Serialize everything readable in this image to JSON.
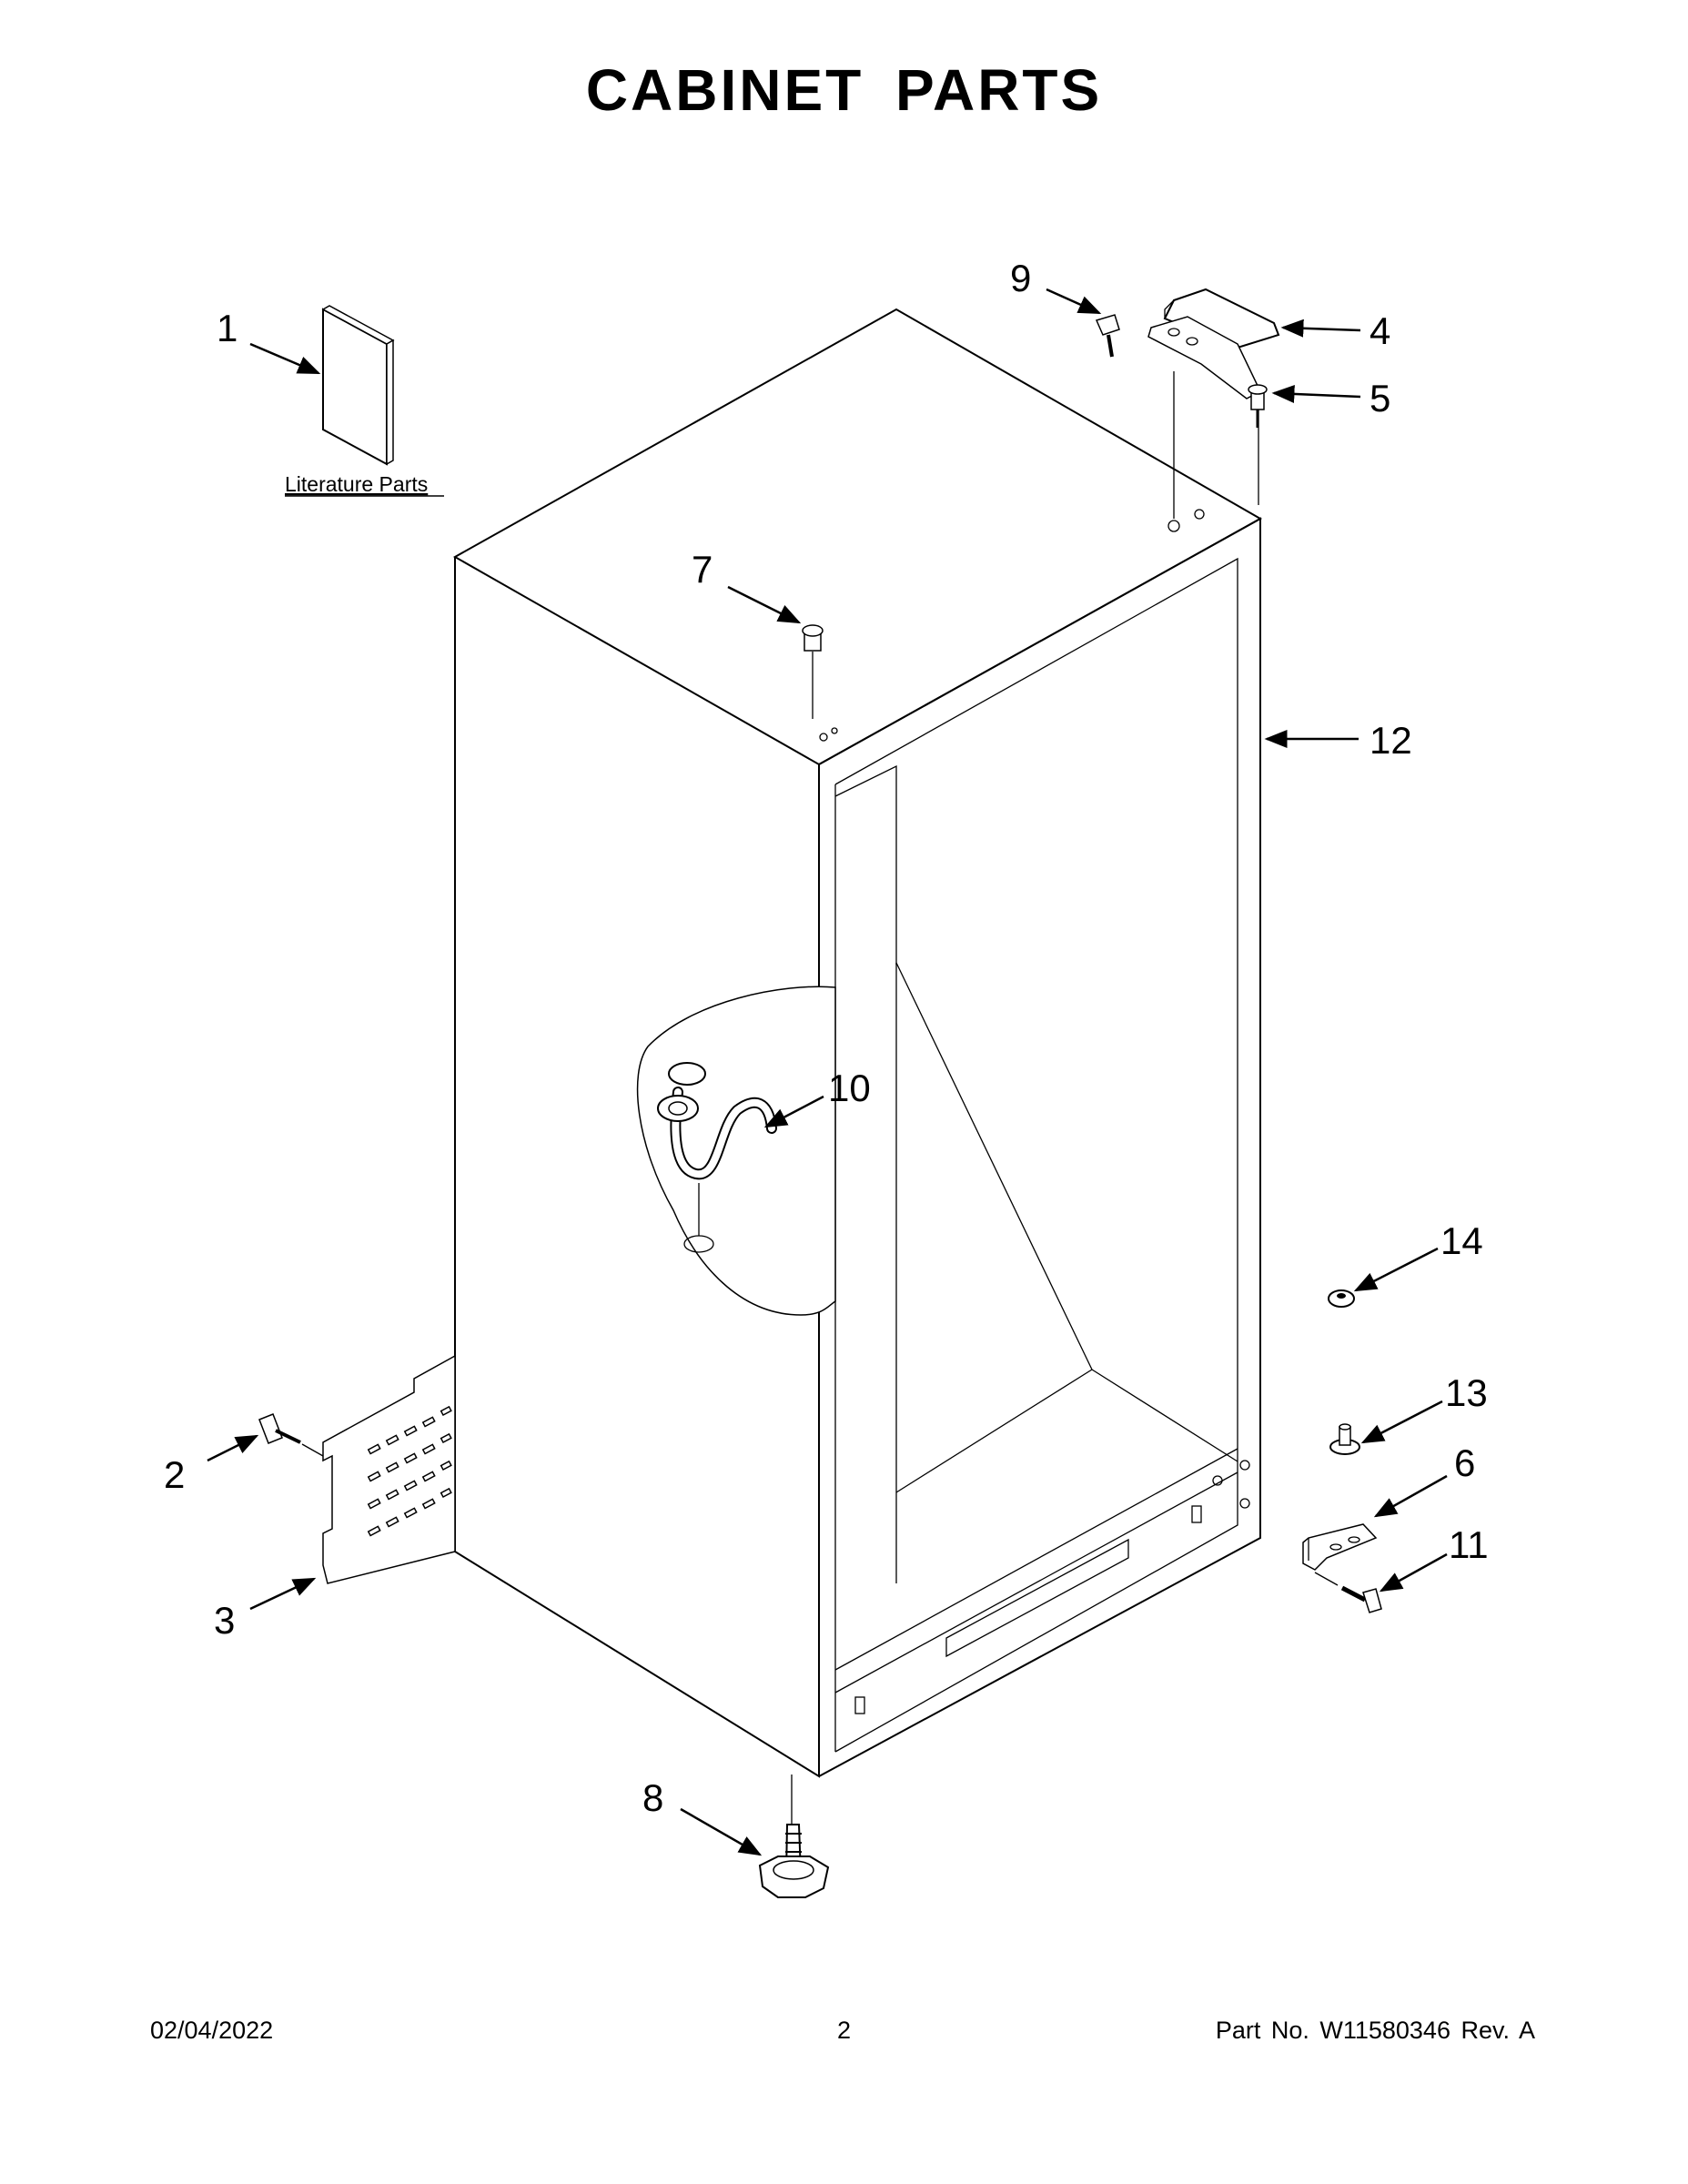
{
  "title": "CABINET PARTS",
  "literature_label": "Literature Parts",
  "callouts": {
    "c1": "1",
    "c2": "2",
    "c3": "3",
    "c4": "4",
    "c5": "5",
    "c6": "6",
    "c7": "7",
    "c8": "8",
    "c9": "9",
    "c10": "10",
    "c11": "11",
    "c12": "12",
    "c13": "13",
    "c14": "14"
  },
  "footer": {
    "date": "02/04/2022",
    "page": "2",
    "part": "Part No.  W11580346  Rev.  A"
  }
}
